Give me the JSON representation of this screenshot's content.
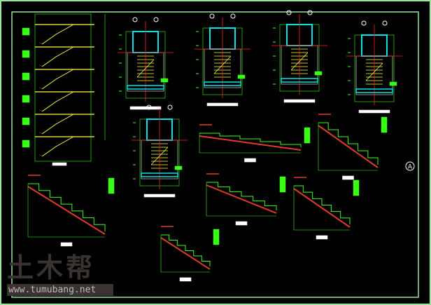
{
  "drawing": {
    "detail_marker": "A",
    "colors": {
      "frame": "#9be59b",
      "dim": "#39ff14",
      "wall": "#00e5e5",
      "axis": "#ff2020",
      "tread": "#ffff40",
      "label": "#ffffff"
    }
  },
  "watermark": {
    "chinese": "土木帮",
    "url": "www.tumubang.net"
  }
}
